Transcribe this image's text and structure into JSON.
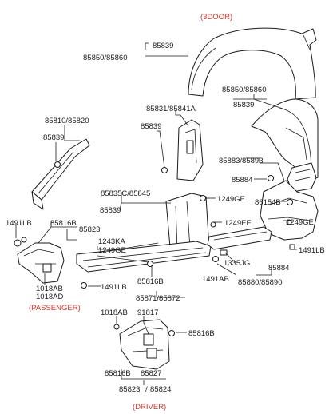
{
  "sections": {
    "three_door": "(3DOOR)",
    "passenger": "(PASSENGER)",
    "driver": "(DRIVER)"
  },
  "labels": {
    "p85839_top": "85839",
    "p85850_85860_a": "85850/85860",
    "p85850_85860_b": "85850/85860",
    "p85839_right": "85839",
    "p85810_85820": "85810/85820",
    "p85839_left": "85839",
    "p85831_85841A": "85831/85841A",
    "p85839_mid": "85839",
    "p85883_85893": "85883/85893",
    "p85884_a": "85884",
    "p86154B": "86154B",
    "p1249GE_a": "1249GE",
    "p1249GE_b": "1249GE",
    "p85835C_85845": "85835C/85845",
    "p85839_lower": "85839",
    "p1491LB_a": "1491LB",
    "p85816B_a": "85816B",
    "p85823_a": "85823",
    "p1243KA": "1243KA",
    "p1249GE_c": "1249GE",
    "p1249EE": "1249EE",
    "p1491LB_b": "1491LB",
    "p1335JG": "1335JG",
    "p85884_b": "85884",
    "p1491AB": "1491AB",
    "p85880_85890": "85880/85890",
    "p1018AB_a": "1018AB",
    "p1018AD": "1018AD",
    "p1491LB_c": "1491LB",
    "p85816B_b": "85816B",
    "p85871_85872": "85871/85872",
    "p1018AB_b": "1018AB",
    "p91817": "91817",
    "p85816B_c": "85816B",
    "p85816B_d": "85816B",
    "p85827": "85827",
    "p85823_b": "85823",
    "p85824": "85824"
  }
}
